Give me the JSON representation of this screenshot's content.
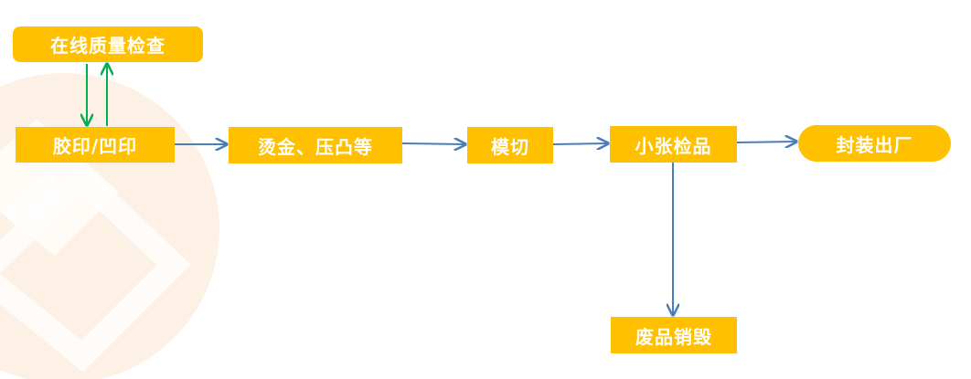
{
  "diagram": {
    "nodes": {
      "online_inspection": "在线质量检查",
      "offset_emboss_print": "胶印/凹印",
      "hot_stamp_emboss": "烫金、压凸等",
      "die_cut": "模切",
      "sheet_inspection": "小张检品",
      "package_ship": "封装出厂",
      "waste_destroy": "废品销毁"
    },
    "edges": [
      {
        "from": "online_inspection",
        "to": "offset_emboss_print",
        "color": "#00B050"
      },
      {
        "from": "offset_emboss_print",
        "to": "online_inspection",
        "color": "#00B050"
      },
      {
        "from": "offset_emboss_print",
        "to": "hot_stamp_emboss",
        "color": "#4A7EBB"
      },
      {
        "from": "hot_stamp_emboss",
        "to": "die_cut",
        "color": "#4A7EBB"
      },
      {
        "from": "die_cut",
        "to": "sheet_inspection",
        "color": "#4A7EBB"
      },
      {
        "from": "sheet_inspection",
        "to": "package_ship",
        "color": "#4A7EBB"
      },
      {
        "from": "sheet_inspection",
        "to": "waste_destroy",
        "color": "#4A7EBB"
      }
    ],
    "colors": {
      "node_fill": "#FFC000",
      "node_text": "#FFFFFF",
      "flow_arrow": "#4A7EBB",
      "feedback_arrow": "#00B050",
      "watermark": "#FDF0E4"
    }
  }
}
